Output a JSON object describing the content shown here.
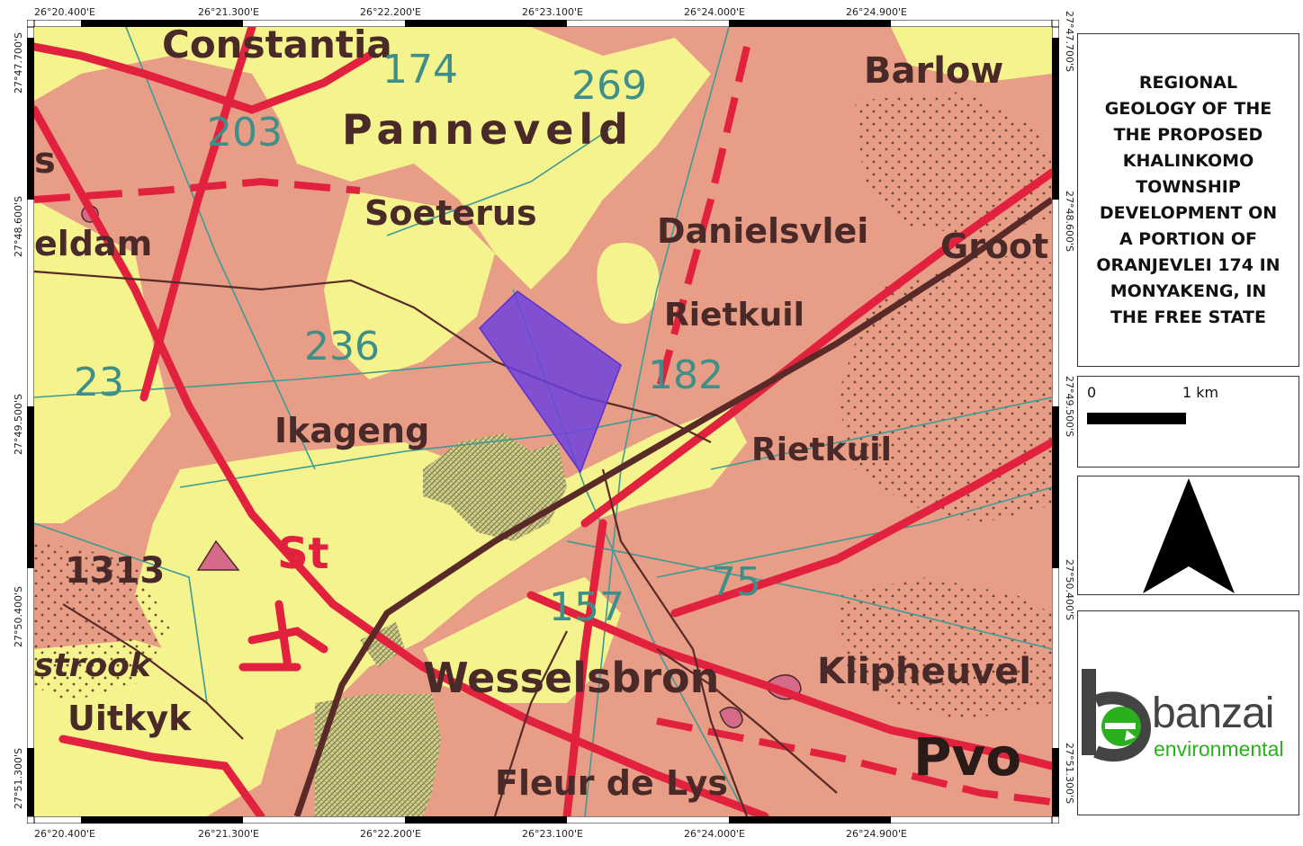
{
  "title": {
    "lines": [
      "REGIONAL",
      "GEOLOGY OF THE",
      "THE PROPOSED",
      "KHALINKOMO",
      "TOWNSHIP",
      "DEVELOPMENT ON",
      "A PORTION OF",
      "ORANJEVLEI 174 IN",
      "MONYAKENG, IN",
      "THE FREE STATE"
    ]
  },
  "scale": {
    "start": "0",
    "end": "1 km"
  },
  "logo": {
    "word": "banzai",
    "sub": "environmental",
    "green": "#2ab01d",
    "grey": "#444444"
  },
  "coords": {
    "lon": [
      "26°20.400'E",
      "26°21.300'E",
      "26°22.200'E",
      "26°23.100'E",
      "26°24.000'E",
      "26°24.900'E"
    ],
    "lat": [
      "27°47.700'S",
      "27°48.600'S",
      "27°49.500'S",
      "27°50.400'S",
      "27°51.300'S"
    ]
  },
  "map_labels": {
    "places": [
      "Constantia",
      "Panneveld",
      "Barlow",
      "Soeterus",
      "Danielsvlei",
      "Groot",
      "eldam",
      "Rietkuil",
      "Rietkuil",
      "Ikageng",
      "St",
      "Wesselsbron",
      "Klipheuvel",
      "strook",
      "Uitkyk",
      "Pvo",
      "Fleur de Lys",
      "1313",
      "s"
    ],
    "numbers": [
      "174",
      "269",
      "203",
      "236",
      "23",
      "182",
      "75",
      "157"
    ]
  },
  "colors": {
    "pink": "#e79d86",
    "yellow": "#f4f38d",
    "road": "#e2213f",
    "rail": "#5a2a28",
    "site": "#6a3fe0",
    "teal": "#3e9b95",
    "hatch": "#b5b87a"
  }
}
